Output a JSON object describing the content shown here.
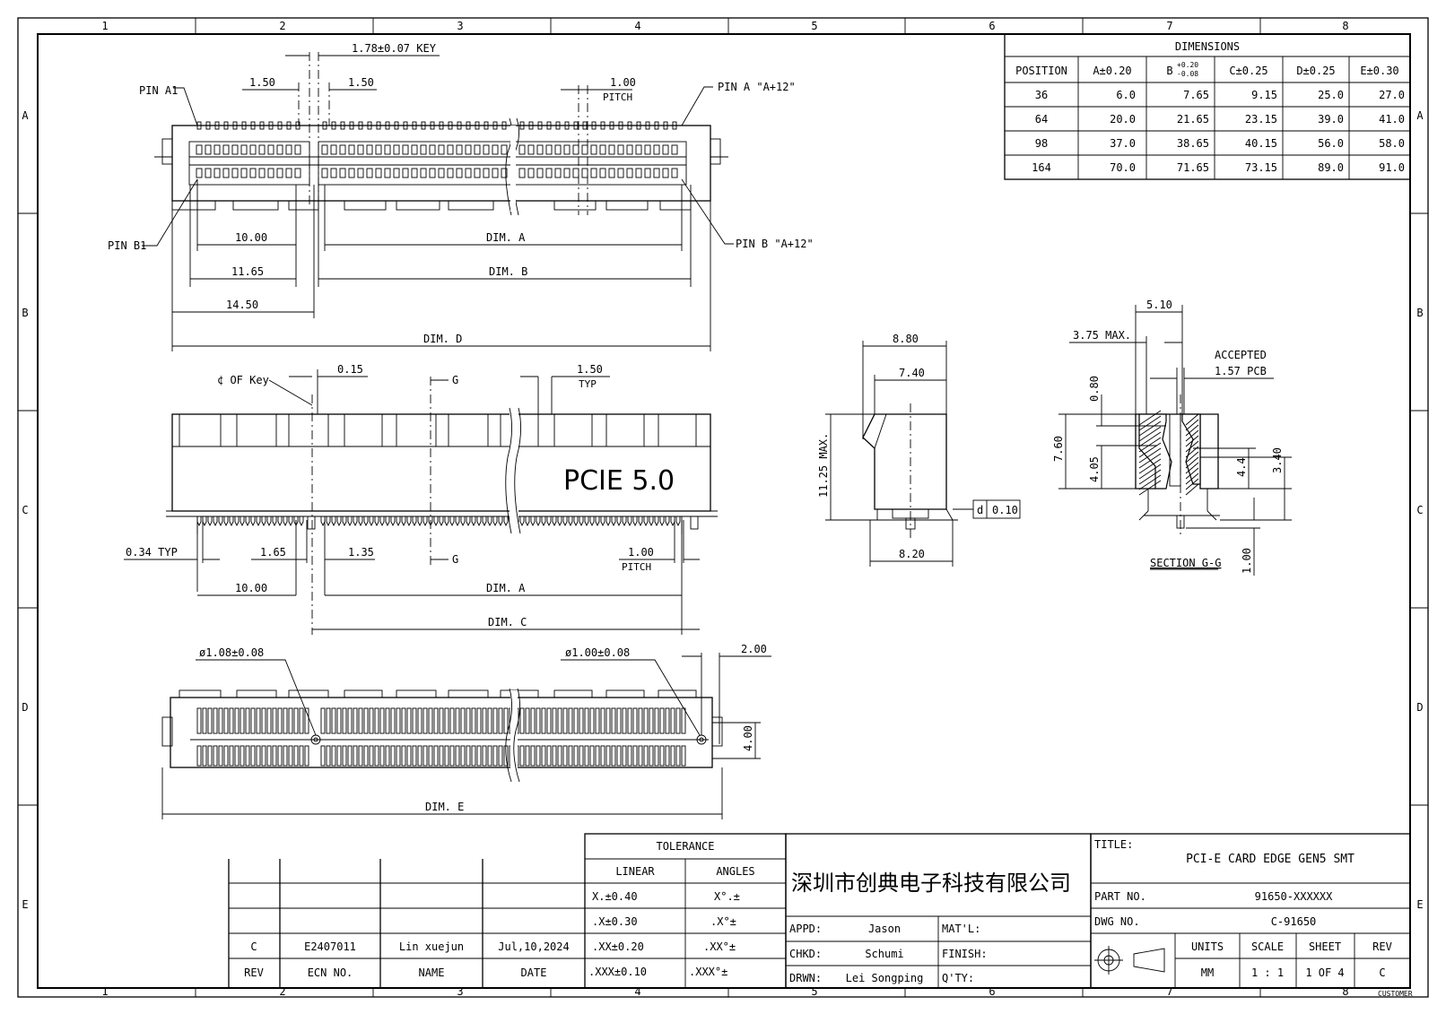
{
  "grid": {
    "columns": [
      "1",
      "2",
      "3",
      "4",
      "5",
      "6",
      "7",
      "8"
    ],
    "rows": [
      "A",
      "B",
      "C",
      "D",
      "E"
    ]
  },
  "dimensions_table": {
    "title": "DIMENSIONS",
    "headers": [
      "POSITION",
      "A±0.20",
      "B",
      "C±0.25",
      "D±0.25",
      "E±0.30"
    ],
    "b_tol_plus": "+0.20",
    "b_tol_minus": "-0.08",
    "rows": [
      [
        "36",
        "6.0",
        "7.65",
        "9.15",
        "25.0",
        "27.0"
      ],
      [
        "64",
        "20.0",
        "21.65",
        "23.15",
        "39.0",
        "41.0"
      ],
      [
        "98",
        "37.0",
        "38.65",
        "40.15",
        "56.0",
        "58.0"
      ],
      [
        "164",
        "70.0",
        "71.65",
        "73.15",
        "89.0",
        "91.0"
      ]
    ]
  },
  "top_view": {
    "key": "1.78±0.07 KEY",
    "d150a": "1.50",
    "d150b": "1.50",
    "pitch_val": "1.00",
    "pitch_lbl": "PITCH",
    "pin_a1": "PIN A1",
    "pin_b1": "PIN B1",
    "pin_a12": "PIN A \"A+12\"",
    "pin_b12": "PIN B \"A+12\"",
    "d1000": "10.00",
    "dima": "DIM. A",
    "d1165": "11.65",
    "dimb": "DIM. B",
    "d1450": "14.50",
    "dimd": "DIM. D"
  },
  "front_view": {
    "cl_key": "¢ OF Key",
    "d015": "0.15",
    "g1": "G",
    "g2": "G",
    "d150": "1.50",
    "typ": "TYP",
    "brand": "PCIE 5.0",
    "d034": "0.34 TYP",
    "d165": "1.65",
    "d135": "1.35",
    "pitch_val": "1.00",
    "pitch_lbl": "PITCH",
    "d1000": "10.00",
    "dima": "DIM. A",
    "dimc": "DIM. C"
  },
  "bottom_view": {
    "hole1": "ø1.08±0.08",
    "hole2": "ø1.00±0.08",
    "d200": "2.00",
    "d400": "4.00",
    "dime": "DIM. E"
  },
  "side_view": {
    "d880": "8.80",
    "d740": "7.40",
    "d1125": "11.25 MAX.",
    "flat_sym": "d",
    "flat_val": "0.10",
    "d820": "8.20"
  },
  "section": {
    "d510": "5.10",
    "d375": "3.75 MAX.",
    "accepted": "ACCEPTED",
    "pcb": "1.57 PCB",
    "d080": "0.80",
    "d760": "7.60",
    "d405": "4.05",
    "d44": "4.4",
    "d340": "3.40",
    "d100": "1.00",
    "label": "SECTION G-G"
  },
  "title_block": {
    "tolerance": "TOLERANCE",
    "linear": "LINEAR",
    "angles": "ANGLES",
    "lin": [
      "X.±0.40",
      ".X±0.30",
      ".XX±0.20",
      ".XXX±0.10"
    ],
    "ang": [
      "X°.±",
      ".X°±",
      ".XX°±",
      ".XXX°±"
    ],
    "company": "深圳市创典电子科技有限公司",
    "title_lbl": "TITLE:",
    "title_val": "PCI-E CARD EDGE GEN5 SMT",
    "part_lbl": "PART NO.",
    "part_val": "91650-XXXXXX",
    "dwg_lbl": "DWG NO.",
    "dwg_val": "C-91650",
    "appd_lbl": "APPD:",
    "appd_val": "Jason",
    "chkd_lbl": "CHKD:",
    "chkd_val": "Schumi",
    "drwn_lbl": "DRWN:",
    "drwn_val": "Lei Songping",
    "matl": "MAT'L:",
    "finish": "FINISH:",
    "qty": "Q'TY:",
    "units_lbl": "UNITS",
    "units_val": "MM",
    "scale_lbl": "SCALE",
    "scale_val": "1 : 1",
    "sheet_lbl": "SHEET",
    "sheet_val": "1 OF 4",
    "rev_lbl": "REV",
    "rev_val": "C",
    "rev_row": [
      "C",
      "E2407011",
      "Lin xuejun",
      "Jul,10,2024"
    ],
    "rev_hdr": [
      "REV",
      "ECN NO.",
      "NAME",
      "DATE"
    ],
    "customer": "CUSTOMER"
  }
}
